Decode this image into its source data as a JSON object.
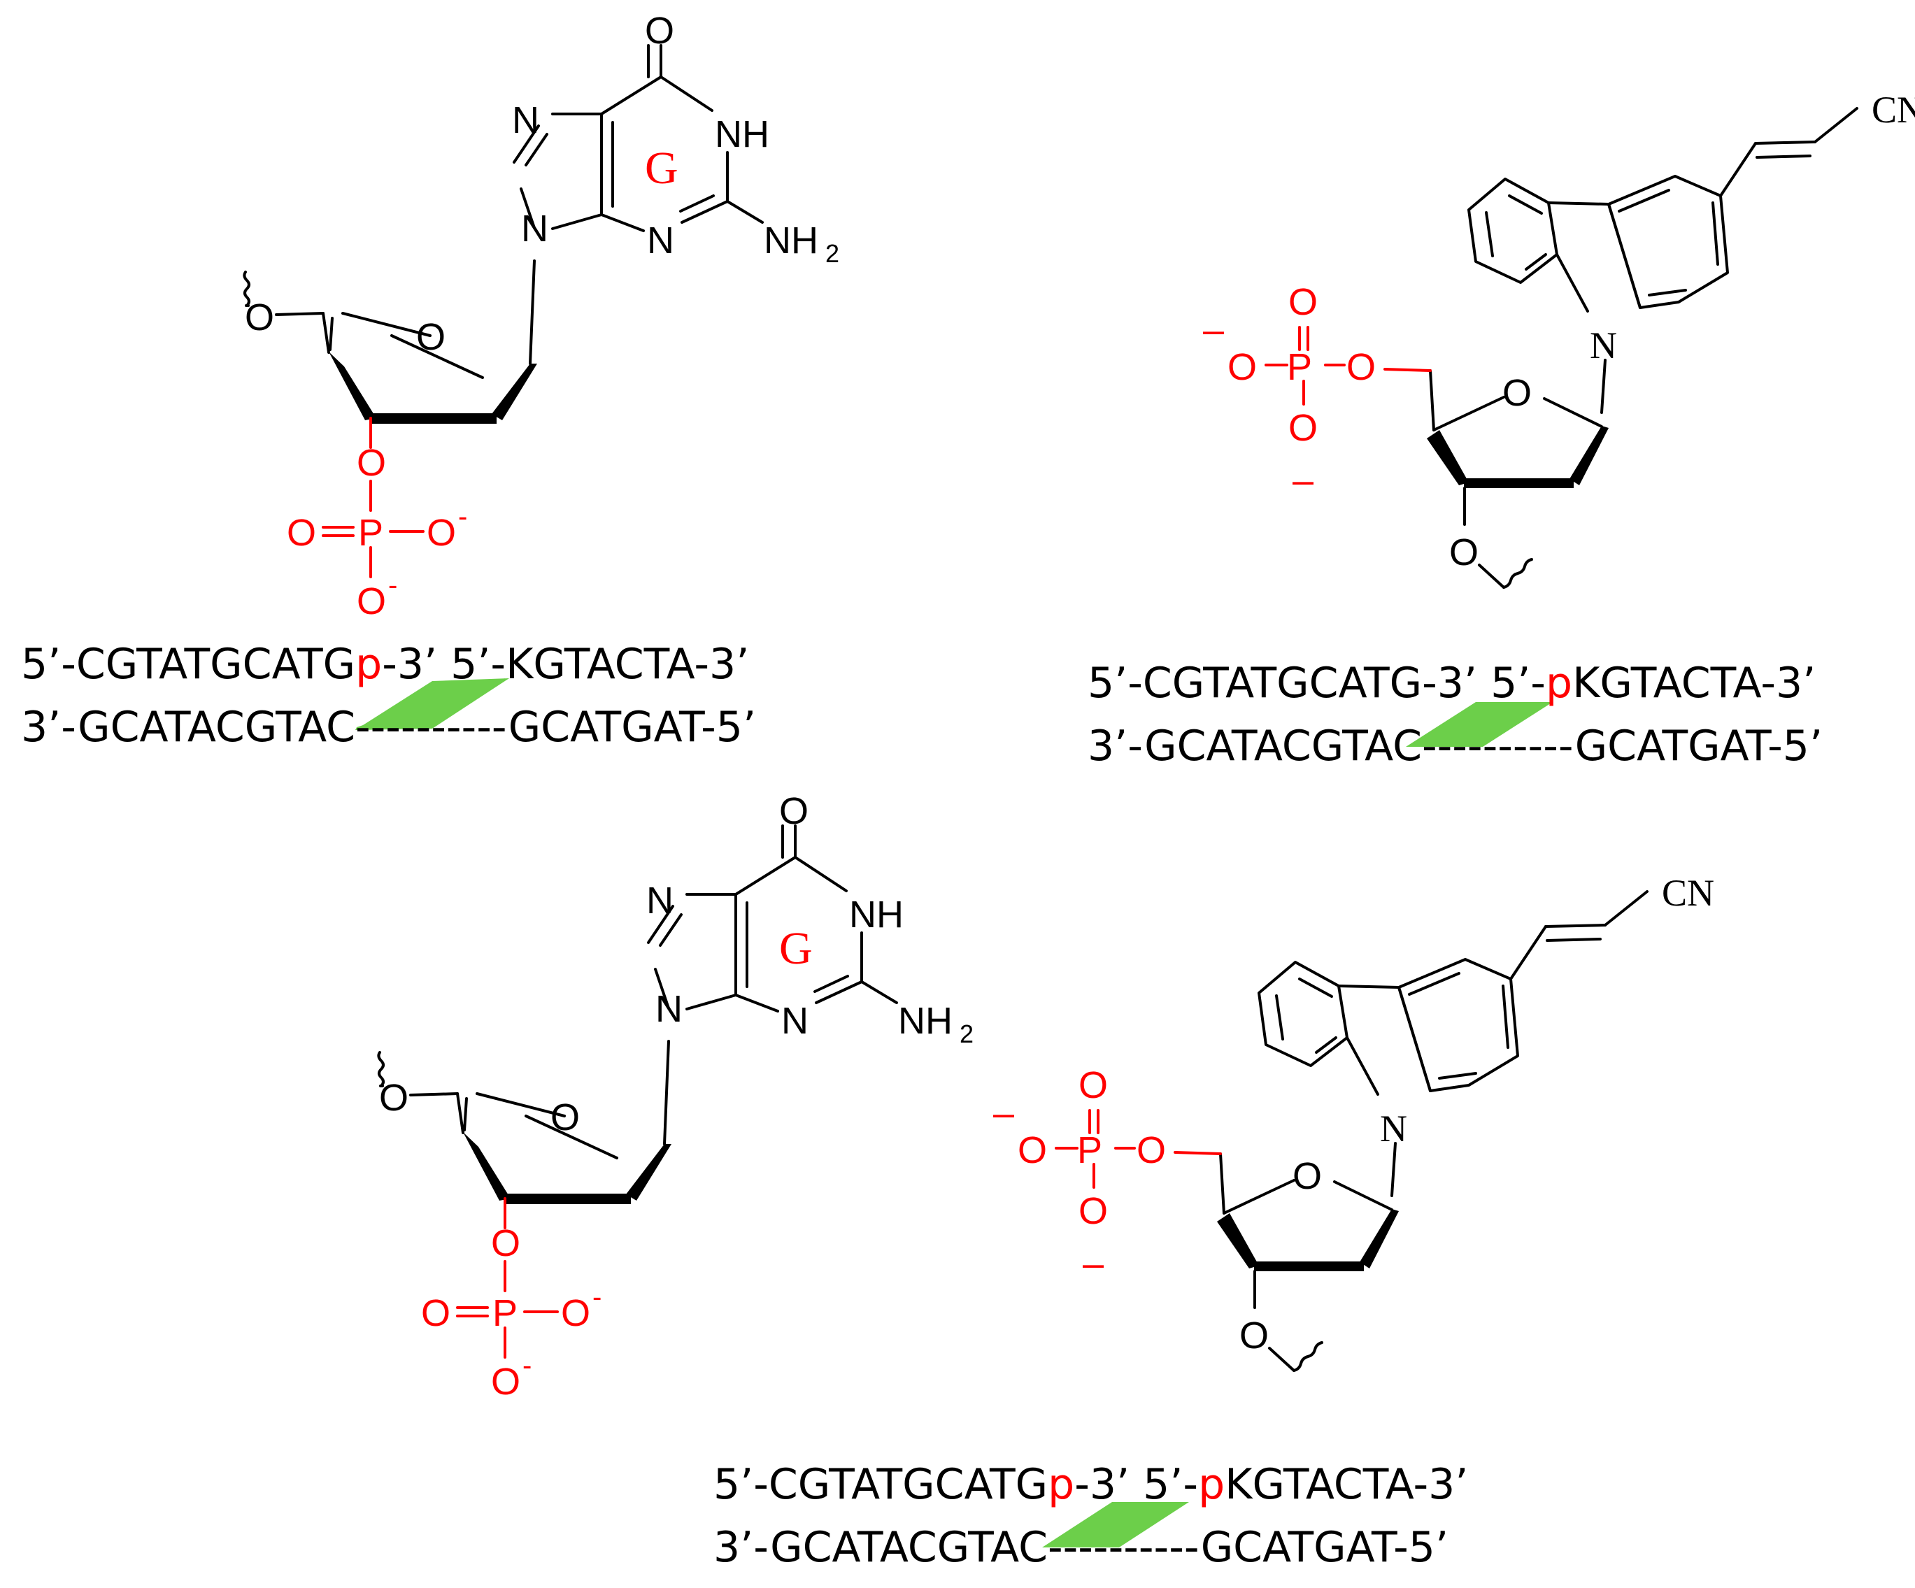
{
  "colors": {
    "accent": "#ff0000",
    "template": "#6ccf4a",
    "ink": "#000000"
  },
  "atoms": {
    "O": "O",
    "N": "N",
    "NH": "NH",
    "NH2_main": "NH",
    "NH2_sub": "2",
    "CN": "CN",
    "P": "P",
    "O_minus": "O",
    "minus": "–",
    "minus_sup": "-",
    "G": "G"
  },
  "panels": [
    {
      "id": "top-left",
      "line1": [
        {
          "text": "5’-CGTATGCATG",
          "color": "black"
        },
        {
          "text": "p",
          "color": "red"
        },
        {
          "text": "-3’ 5’-KGTACTA-3’",
          "color": "black"
        }
      ],
      "line2": [
        {
          "text": "3’-GCATACGTAC",
          "color": "black"
        },
        {
          "text": "----------",
          "color": "black"
        },
        {
          "text": "GCATGAT-5’",
          "color": "black"
        }
      ]
    },
    {
      "id": "top-right",
      "line1": [
        {
          "text": "5’-CGTATGCATG-3’ 5’-",
          "color": "black"
        },
        {
          "text": "p",
          "color": "red"
        },
        {
          "text": "KGTACTA-3’",
          "color": "black"
        }
      ],
      "line2": [
        {
          "text": "3’-GCATACGTAC",
          "color": "black"
        },
        {
          "text": "----------",
          "color": "black"
        },
        {
          "text": "GCATGAT-5’",
          "color": "black"
        }
      ]
    },
    {
      "id": "bottom",
      "line1": [
        {
          "text": "5’-CGTATGCATG",
          "color": "black"
        },
        {
          "text": "p",
          "color": "red"
        },
        {
          "text": "-3’ 5’-",
          "color": "black"
        },
        {
          "text": "p",
          "color": "red"
        },
        {
          "text": "KGTACTA-3’",
          "color": "black"
        }
      ],
      "line2": [
        {
          "text": "3’-GCATACGTAC",
          "color": "black"
        },
        {
          "text": "----------",
          "color": "black"
        },
        {
          "text": "GCATGAT-5’",
          "color": "black"
        }
      ]
    }
  ]
}
